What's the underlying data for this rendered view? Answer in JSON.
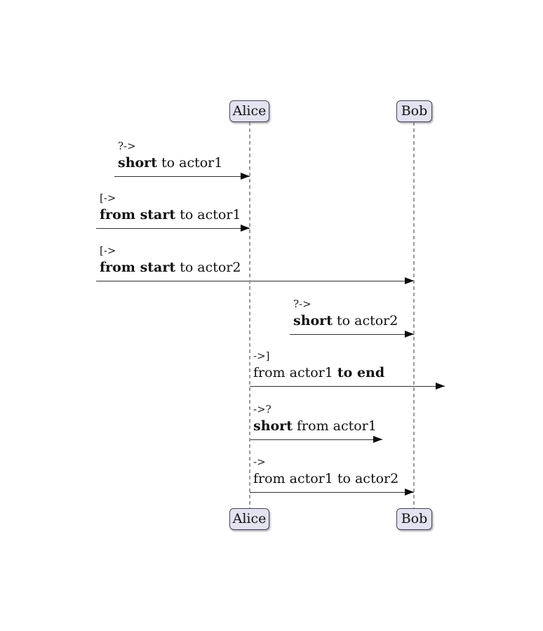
{
  "diagram": {
    "type": "sequence-diagram",
    "colors": {
      "background": "#ffffff",
      "actor_fill": "#e2e2f0",
      "actor_border": "#45455c",
      "lifeline": "#9a9a9a",
      "arrow_line": "#333333",
      "arrowhead": "#0d0d0d",
      "text": "#111111"
    }
  },
  "actors": [
    {
      "name": "Alice"
    },
    {
      "name": "Bob"
    }
  ],
  "messages": [
    {
      "code": "?->",
      "text_prefix": "",
      "text_bold": "short",
      "text_suffix": " to actor1",
      "from": "short-offscreen-left",
      "to": "Alice"
    },
    {
      "code": "[->",
      "text_prefix": "",
      "text_bold": "from start",
      "text_suffix": " to actor1",
      "from": "start",
      "to": "Alice"
    },
    {
      "code": "[->",
      "text_prefix": "",
      "text_bold": "from start",
      "text_suffix": " to actor2",
      "from": "start",
      "to": "Bob"
    },
    {
      "code": "?->",
      "text_prefix": "",
      "text_bold": "short",
      "text_suffix": " to actor2",
      "from": "short-offscreen",
      "to": "Bob"
    },
    {
      "code": "->]",
      "text_prefix": "from actor1 ",
      "text_bold": "to end",
      "text_suffix": "",
      "from": "Alice",
      "to": "end"
    },
    {
      "code": "->?",
      "text_prefix": "",
      "text_bold": "short",
      "text_suffix": " from actor1",
      "from": "Alice",
      "to": "short-offscreen"
    },
    {
      "code": "->",
      "text_prefix": "from actor1 to actor2",
      "text_bold": "",
      "text_suffix": "",
      "from": "Alice",
      "to": "Bob"
    }
  ]
}
